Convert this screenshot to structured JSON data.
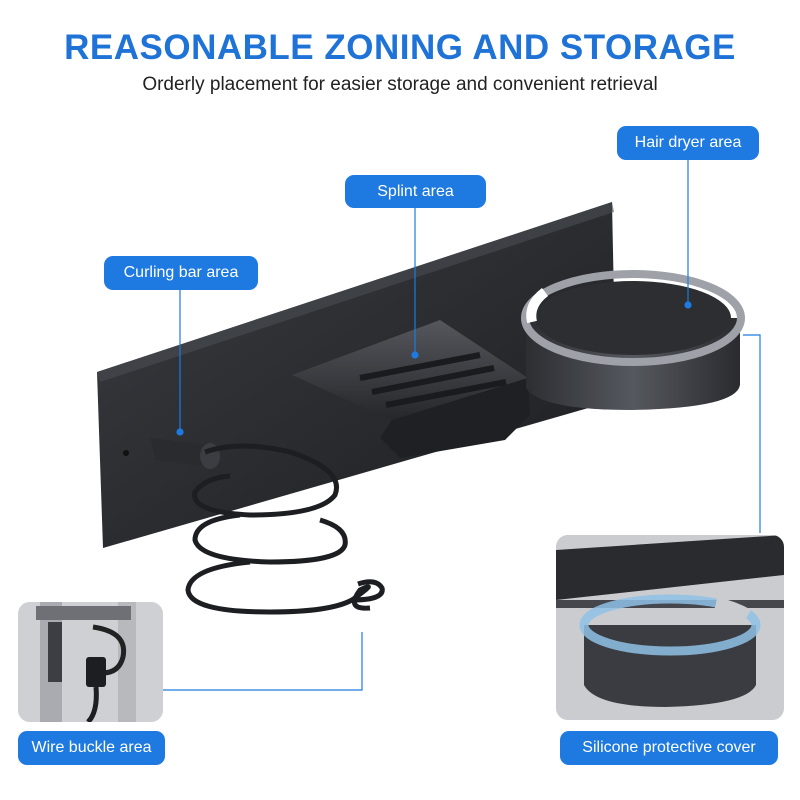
{
  "header": {
    "title": "REASONABLE ZONING AND STORAGE",
    "subtitle": "Orderly placement for easier storage and convenient retrieval"
  },
  "callouts": {
    "hair_dryer": "Hair dryer area",
    "splint": "Splint area",
    "curling_bar": "Curling bar area",
    "wire_buckle": "Wire buckle area",
    "silicone_cover": "Silicone protective cover"
  },
  "colors": {
    "accent": "#1e7ae0",
    "title": "#1f73d6",
    "metal": "#2b2d31"
  }
}
